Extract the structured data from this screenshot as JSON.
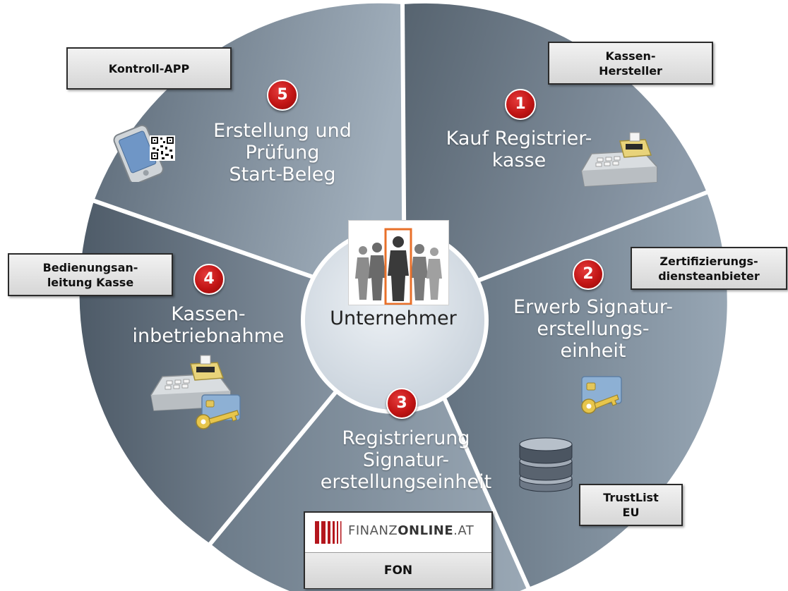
{
  "hub": {
    "label": "Unternehmer"
  },
  "segments": [
    {
      "number": "1",
      "lines": [
        "Kauf Registrier-",
        "kasse"
      ]
    },
    {
      "number": "2",
      "lines": [
        "Erwerb Signatur-",
        "erstellungs-",
        "einheit"
      ]
    },
    {
      "number": "3",
      "lines": [
        "Registrierung",
        "Signatur-",
        "erstellungseinheit"
      ]
    },
    {
      "number": "4",
      "lines": [
        "Kassen-",
        "inbetriebnahme"
      ]
    },
    {
      "number": "5",
      "lines": [
        "Erstellung und",
        "Prüfung",
        "Start-Beleg"
      ]
    }
  ],
  "tags": {
    "manufacturer": [
      "Kassen-",
      "Hersteller"
    ],
    "certification": [
      "Zertifizierungs-",
      "diensteanbieter"
    ],
    "trustlist": [
      "TrustList",
      "EU"
    ],
    "manual": [
      "Bedienungsan-",
      "leitung Kasse"
    ],
    "control_app": [
      "Kontroll-APP"
    ]
  },
  "fon": {
    "logo_text_regular": "FINANZ",
    "logo_text_bold": "ONLINE",
    "logo_text_suffix": ".AT",
    "label": "FON"
  },
  "icons": [
    "cash-register-icon",
    "smartcard-key-icon",
    "database-icon",
    "smartphone-qr-icon",
    "people-icon",
    "finanzonline-logo"
  ],
  "colors": {
    "wheel_dark": "#4f5e6c",
    "wheel_light": "#93a2b0",
    "badge": "#c11414",
    "hub": "#d8dfe6"
  }
}
